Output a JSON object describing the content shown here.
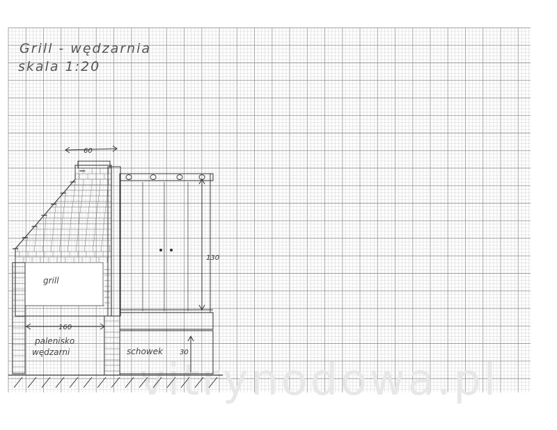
{
  "title": "Grill - wędzarnia",
  "scale": "skala 1:20",
  "labels": {
    "grill": "grill",
    "firebox": [
      "palenisko",
      "wędzarni"
    ],
    "storage": "schowek"
  },
  "dimensions": {
    "top_width": "60",
    "chamber_height": "130",
    "firebox_width": "160",
    "storage_height": "30"
  },
  "watermark": "vitrynodowa.pl",
  "colors": {
    "paper": "#ffffff",
    "grid_minor": "#d2d2d2",
    "grid_major": "#9c9c9c",
    "ink": "#333333"
  }
}
